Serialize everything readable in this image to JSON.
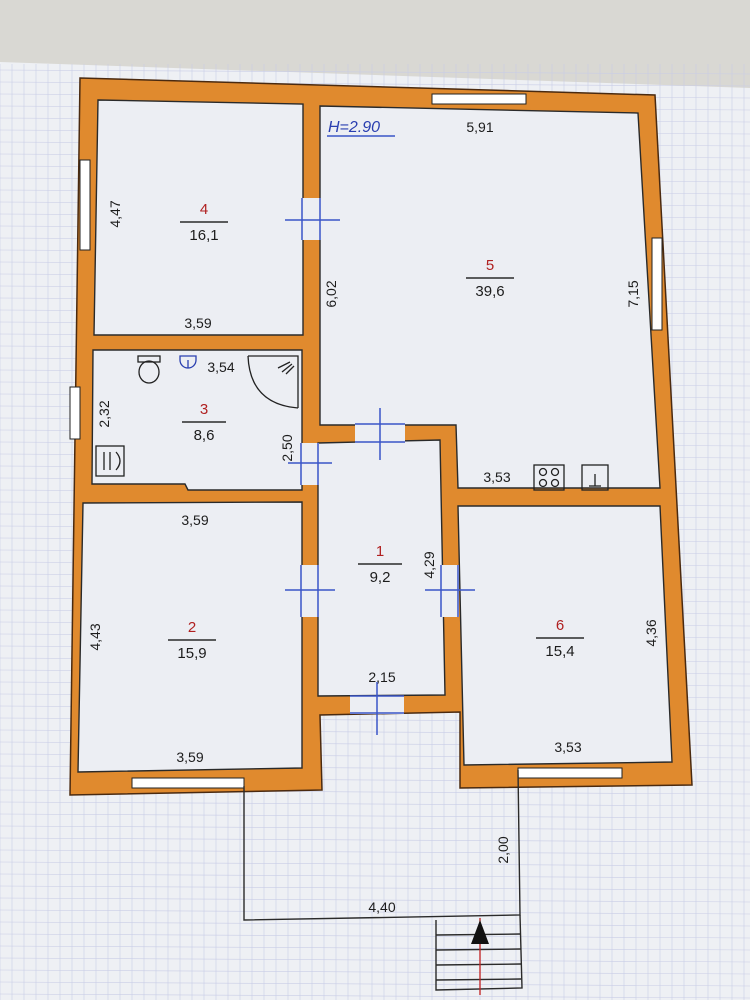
{
  "plan": {
    "height_label": "H=2.90",
    "rooms": [
      {
        "number": "1",
        "area": "9,2"
      },
      {
        "number": "2",
        "area": "15,9"
      },
      {
        "number": "3",
        "area": "8,6"
      },
      {
        "number": "4",
        "area": "16,1"
      },
      {
        "number": "5",
        "area": "39,6"
      },
      {
        "number": "6",
        "area": "15,4"
      }
    ],
    "dimensions": {
      "r4_width": "3,59",
      "r4_height": "4,47",
      "r5_top": "5,91",
      "r5_left": "6,02",
      "r5_right": "7,15",
      "r5_bottom": "3,53",
      "r3_top": "3,54",
      "r3_height": "2,32",
      "r3_right": "2,50",
      "r2_top": "3,59",
      "r2_bottom": "3,59",
      "r2_height": "4,43",
      "r1_height": "4,29",
      "r1_bottom": "2,15",
      "r6_height": "4,36",
      "r6_bottom": "3,53",
      "porch_width": "4,40",
      "porch_depth": "2,00"
    }
  }
}
